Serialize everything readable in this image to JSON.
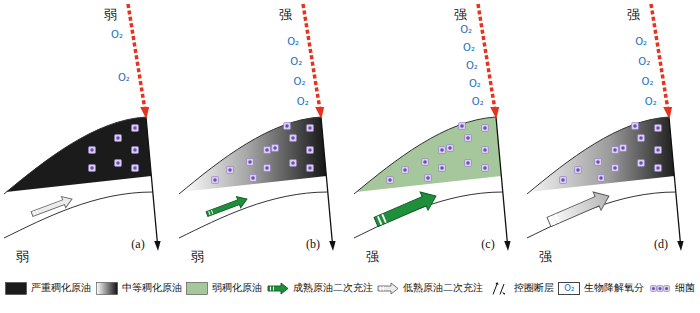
{
  "diagram": {
    "labels": [
      "弱",
      "O₂",
      "O₂",
      "弱",
      "(a)",
      "强",
      "O₂",
      "O₂",
      "O₂",
      "O₂",
      "弱",
      "(b)",
      "强",
      "O₂",
      "O₂",
      "O₂",
      "O₂",
      "O₂",
      "强",
      "(c)",
      "强",
      "O₂",
      "O₂",
      "O₂",
      "O₂",
      "强",
      "(d)",
      "O₂"
    ],
    "legend": [
      {
        "text": "严重稠化原油",
        "color": "#1b1b1b"
      },
      {
        "text": "中等稠化原油"
      },
      {
        "text": "弱稠化原油",
        "color": "#a6c79c"
      },
      {
        "text": "成熟原油二次充注"
      },
      {
        "text": "低熟原油二次充注"
      },
      {
        "text": "控圈断层"
      },
      {
        "text": "生物降解氧分"
      },
      {
        "text": "细菌"
      }
    ]
  }
}
